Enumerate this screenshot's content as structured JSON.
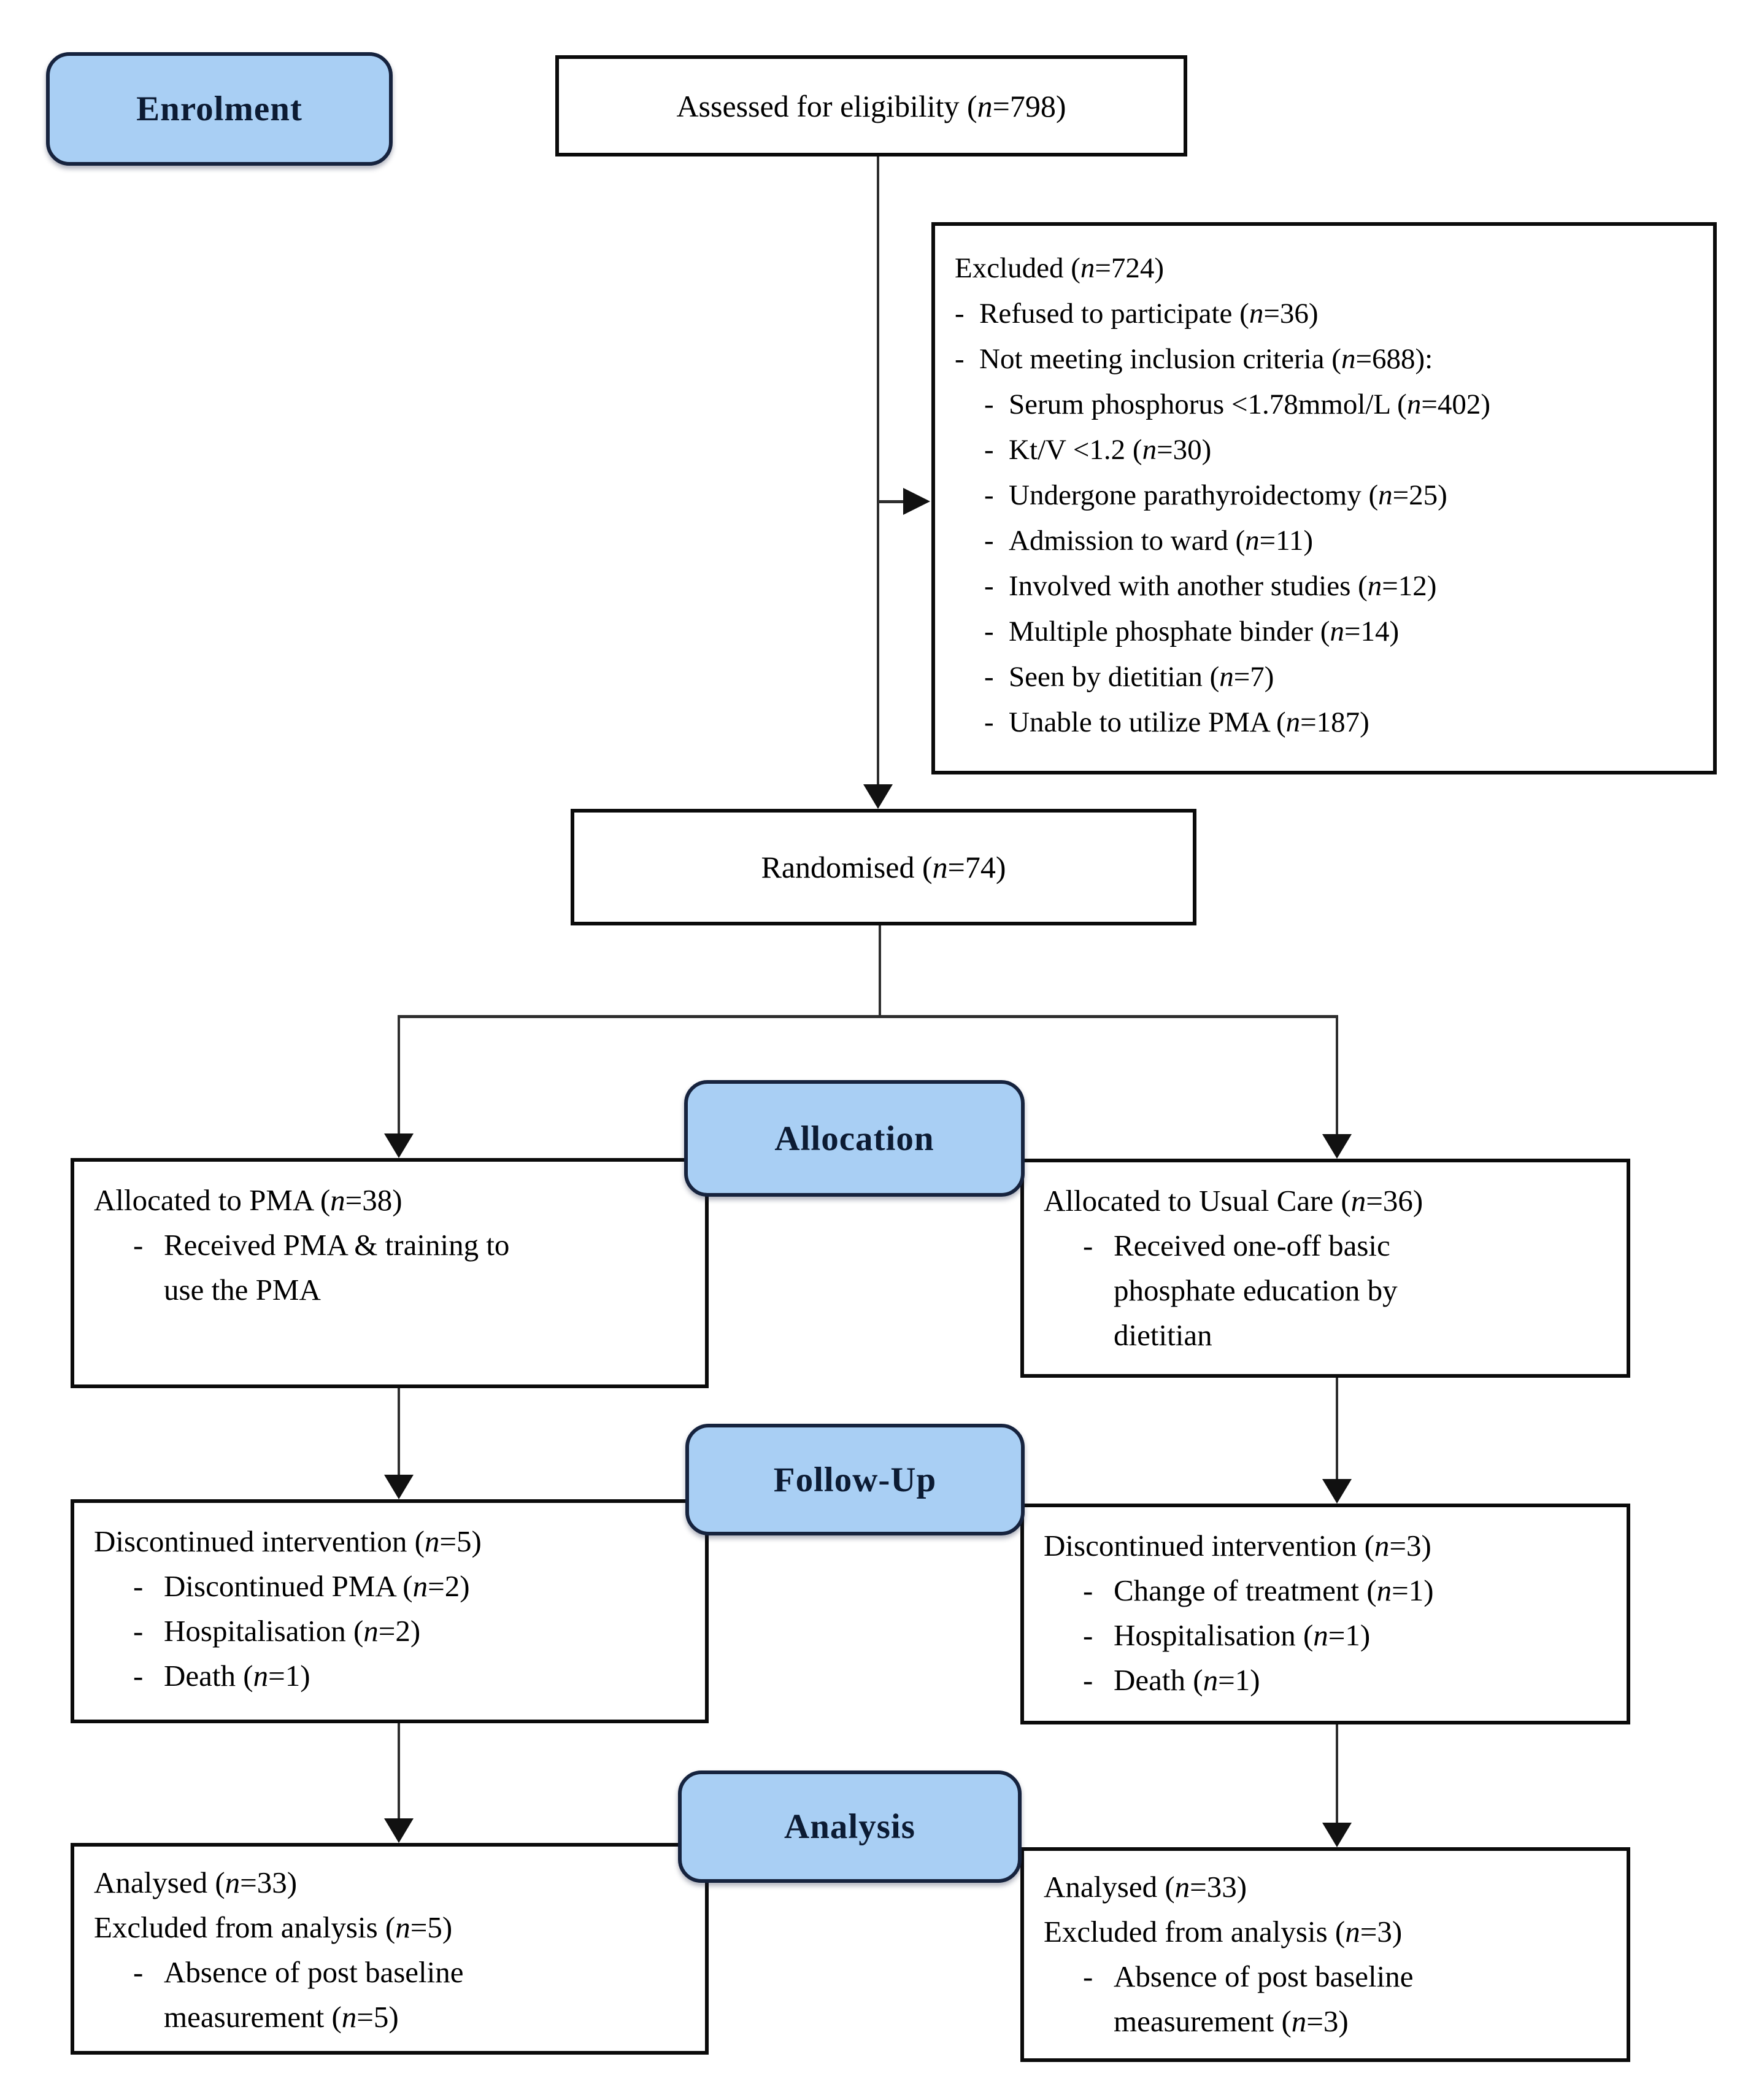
{
  "stages": {
    "enrolment": "Enrolment",
    "allocation": "Allocation",
    "followup": "Follow-Up",
    "analysis": "Analysis"
  },
  "assessed": {
    "text": "Assessed for eligibility (n=798)"
  },
  "excluded": {
    "title": "Excluded (n=724)",
    "items": [
      {
        "level": 1,
        "text": "Refused to participate (n=36)"
      },
      {
        "level": 1,
        "text": "Not meeting inclusion criteria (n=688):"
      },
      {
        "level": 2,
        "text": "Serum phosphorus <1.78mmol/L (n=402)"
      },
      {
        "level": 2,
        "text": "Kt/V <1.2 (n=30)"
      },
      {
        "level": 2,
        "text": "Undergone parathyroidectomy (n=25)"
      },
      {
        "level": 2,
        "text": "Admission to ward (n=11)"
      },
      {
        "level": 2,
        "text": "Involved with another studies (n=12)"
      },
      {
        "level": 2,
        "text": "Multiple phosphate binder (n=14)"
      },
      {
        "level": 2,
        "text": "Seen by dietitian (n=7)"
      },
      {
        "level": 2,
        "text": "Unable to utilize PMA (n=187)"
      }
    ]
  },
  "randomised": {
    "text": "Randomised (n=74)"
  },
  "allocation": {
    "left": {
      "title": "Allocated to PMA (n=38)",
      "items": [
        "Received PMA & training to\nuse the PMA"
      ]
    },
    "right": {
      "title": "Allocated to Usual Care (n=36)",
      "items": [
        "Received one-off basic\nphosphate education by\ndietitian"
      ]
    }
  },
  "followup": {
    "left": {
      "title": "Discontinued intervention (n=5)",
      "items": [
        "Discontinued PMA (n=2)",
        "Hospitalisation (n=2)",
        "Death (n=1)"
      ]
    },
    "right": {
      "title": "Discontinued intervention (n=3)",
      "items": [
        "Change of treatment (n=1)",
        "Hospitalisation (n=1)",
        "Death (n=1)"
      ]
    }
  },
  "analysis": {
    "left": {
      "lines": [
        "Analysed (n=33)",
        "Excluded from analysis (n=5)"
      ],
      "items": [
        "Absence of post baseline\nmeasurement (n=5)"
      ]
    },
    "right": {
      "lines": [
        "Analysed (n=33)",
        "Excluded from analysis (n=3)"
      ],
      "items": [
        "Absence of post baseline\nmeasurement (n=3)"
      ]
    }
  },
  "colors": {
    "stage_fill": "#A9CFF4",
    "stage_border": "#16233E",
    "stage_text": "#0C1B33",
    "box_border": "#0B0B0B",
    "line": "#2E2E2E"
  }
}
